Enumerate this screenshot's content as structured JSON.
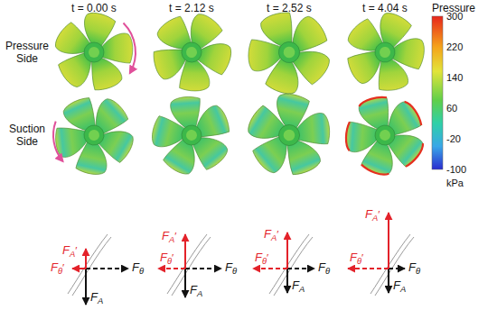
{
  "diagram": {
    "labels": [
      "t = 0.00 s",
      "t = 2.12 s",
      "t = 2.52 s",
      "t = 4.04 s",
      "Pressure Side",
      "Suction Side",
      "Pressure",
      "300",
      "220",
      "140",
      "60",
      "-20",
      "-100",
      "kPa",
      "FA′",
      "Fθ′",
      "Fθ",
      "FA",
      "FA′",
      "Fθ′",
      "Fθ",
      "FA",
      "FA′",
      "Fθ′",
      "Fθ",
      "FA",
      "FA′",
      "Fθ′",
      "Fθ",
      "FA"
    ]
  }
}
